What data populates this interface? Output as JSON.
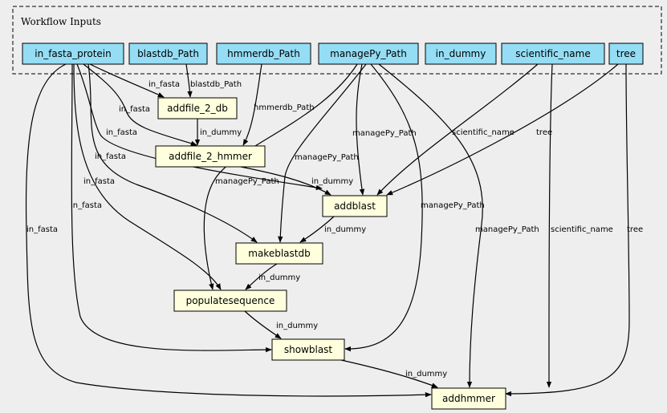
{
  "cluster": {
    "label": "Workflow Inputs"
  },
  "colors": {
    "background": "#eeeeee",
    "input_fill": "#94ddf4",
    "step_fill": "#ffffdd",
    "cluster_stroke": "#000000"
  },
  "nodes": [
    {
      "id": "in_fasta_protein",
      "label": "in_fasta_protein",
      "kind": "input"
    },
    {
      "id": "blastdb_Path",
      "label": "blastdb_Path",
      "kind": "input"
    },
    {
      "id": "hmmerdb_Path",
      "label": "hmmerdb_Path",
      "kind": "input"
    },
    {
      "id": "managePy_Path",
      "label": "managePy_Path",
      "kind": "input"
    },
    {
      "id": "in_dummy",
      "label": "in_dummy",
      "kind": "input"
    },
    {
      "id": "scientific_name",
      "label": "scientific_name",
      "kind": "input"
    },
    {
      "id": "tree",
      "label": "tree",
      "kind": "input"
    },
    {
      "id": "addfile_2_db",
      "label": "addfile_2_db",
      "kind": "step"
    },
    {
      "id": "addfile_2_hmmer",
      "label": "addfile_2_hmmer",
      "kind": "step"
    },
    {
      "id": "addblast",
      "label": "addblast",
      "kind": "step"
    },
    {
      "id": "makeblastdb",
      "label": "makeblastdb",
      "kind": "step"
    },
    {
      "id": "populatesequence",
      "label": "populatesequence",
      "kind": "step"
    },
    {
      "id": "showblast",
      "label": "showblast",
      "kind": "step"
    },
    {
      "id": "addhmmer",
      "label": "addhmmer",
      "kind": "step"
    }
  ],
  "edges": [
    {
      "from": "in_fasta_protein",
      "to": "addfile_2_db",
      "label": "in_fasta"
    },
    {
      "from": "blastdb_Path",
      "to": "addfile_2_db",
      "label": "blastdb_Path"
    },
    {
      "from": "in_fasta_protein",
      "to": "addfile_2_hmmer",
      "label": "in_fasta"
    },
    {
      "from": "addfile_2_db",
      "to": "addfile_2_hmmer",
      "label": "in_dummy"
    },
    {
      "from": "hmmerdb_Path",
      "to": "addfile_2_hmmer",
      "label": "hmmerdb_Path"
    },
    {
      "from": "in_fasta_protein",
      "to": "addblast",
      "label": "in_fasta"
    },
    {
      "from": "addfile_2_hmmer",
      "to": "addblast",
      "label": "in_dummy"
    },
    {
      "from": "managePy_Path",
      "to": "addblast",
      "label": "managePy_Path"
    },
    {
      "from": "scientific_name",
      "to": "addblast",
      "label": "scientific_name"
    },
    {
      "from": "tree",
      "to": "addblast",
      "label": "tree"
    },
    {
      "from": "in_fasta_protein",
      "to": "makeblastdb",
      "label": "in_fasta"
    },
    {
      "from": "addblast",
      "to": "makeblastdb",
      "label": "in_dummy"
    },
    {
      "from": "managePy_Path",
      "to": "makeblastdb",
      "label": "managePy_Path"
    },
    {
      "from": "in_fasta_protein",
      "to": "populatesequence",
      "label": "in_fasta"
    },
    {
      "from": "makeblastdb",
      "to": "populatesequence",
      "label": "in_dummy"
    },
    {
      "from": "managePy_Path",
      "to": "populatesequence",
      "label": "managePy_Path"
    },
    {
      "from": "in_fasta_protein",
      "to": "showblast",
      "label": "in_fasta"
    },
    {
      "from": "populatesequence",
      "to": "showblast",
      "label": "in_dummy"
    },
    {
      "from": "managePy_Path",
      "to": "showblast",
      "label": "managePy_Path"
    },
    {
      "from": "in_fasta_protein",
      "to": "addhmmer",
      "label": "in_fasta"
    },
    {
      "from": "showblast",
      "to": "addhmmer",
      "label": "in_dummy"
    },
    {
      "from": "managePy_Path",
      "to": "addhmmer",
      "label": "managePy_Path"
    },
    {
      "from": "scientific_name",
      "to": "addhmmer",
      "label": "scientific_name"
    },
    {
      "from": "tree",
      "to": "addhmmer",
      "label": "tree"
    }
  ]
}
